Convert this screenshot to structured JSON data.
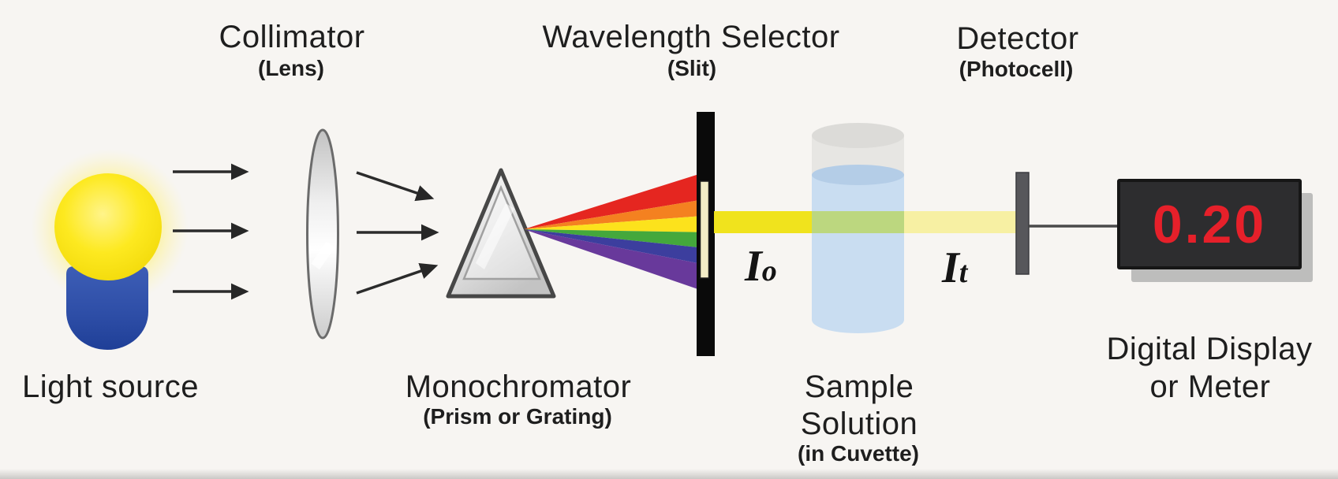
{
  "stations": {
    "light_source": {
      "label": "Light source"
    },
    "collimator": {
      "label": "Collimator",
      "sublabel": "(Lens)"
    },
    "monochromator": {
      "label": "Monochromator",
      "sublabel": "(Prism or Grating)"
    },
    "wavelength_selector": {
      "label": "Wavelength Selector",
      "sublabel": "(Slit)"
    },
    "sample": {
      "label_line1": "Sample",
      "label_line2": "Solution",
      "sublabel": "(in Cuvette)"
    },
    "detector": {
      "label": "Detector",
      "sublabel": "(Photocell)"
    },
    "display": {
      "label_line1": "Digital Display",
      "label_line2": "or Meter",
      "reading": "0.20"
    }
  },
  "beam_labels": {
    "incident": {
      "symbol": "I",
      "subscript": "o"
    },
    "transmitted": {
      "symbol": "I",
      "subscript": "t"
    }
  },
  "colors": {
    "spectrum_red": "#e52620",
    "spectrum_orange": "#f48120",
    "spectrum_yellow": "#fce21c",
    "spectrum_green": "#44a83c",
    "spectrum_blue": "#3c3e9e",
    "spectrum_violet": "#68399b",
    "beam_incident": "#f0e31d",
    "beam_in_sample": "#bcd77f",
    "beam_transmitted": "#f7f0a3",
    "slit_window": "#f2ecc6",
    "display_digits": "#e6202a"
  }
}
